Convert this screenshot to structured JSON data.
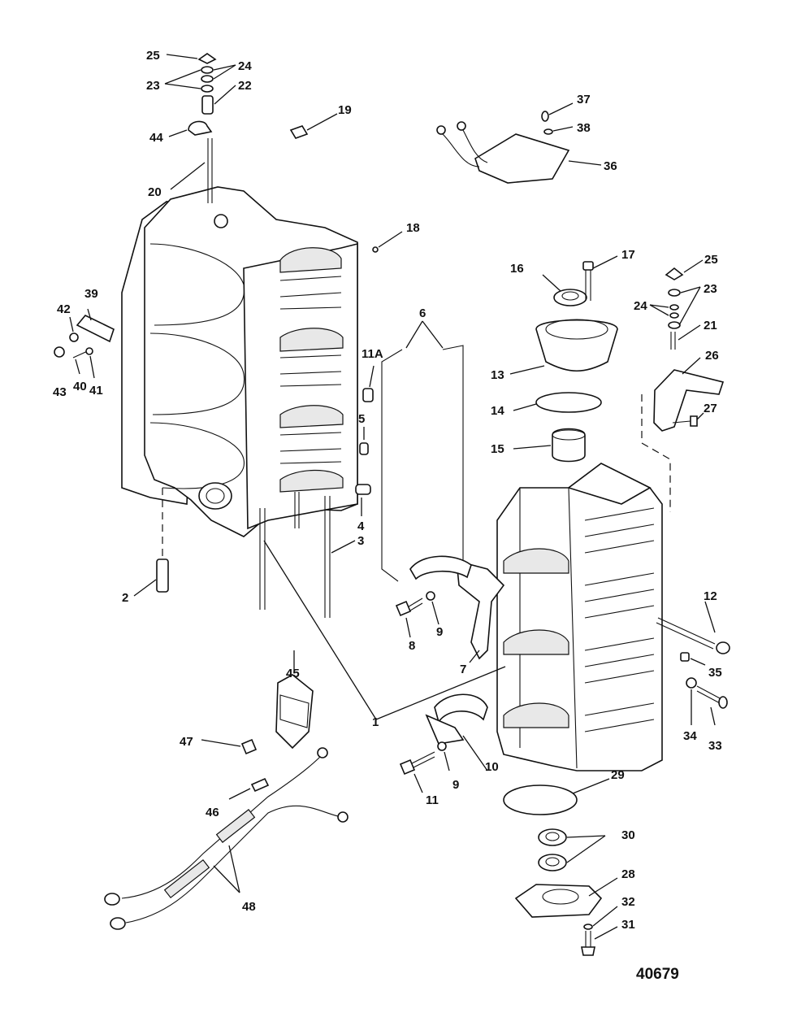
{
  "figure_number": "40679",
  "labels": [
    {
      "id": "l25a",
      "text": "25"
    },
    {
      "id": "l24a",
      "text": "24"
    },
    {
      "id": "l23a",
      "text": "23"
    },
    {
      "id": "l22",
      "text": "22"
    },
    {
      "id": "l44",
      "text": "44"
    },
    {
      "id": "l19",
      "text": "19"
    },
    {
      "id": "l20",
      "text": "20"
    },
    {
      "id": "l18",
      "text": "18"
    },
    {
      "id": "l39",
      "text": "39"
    },
    {
      "id": "l42",
      "text": "42"
    },
    {
      "id": "l43",
      "text": "43"
    },
    {
      "id": "l40",
      "text": "40"
    },
    {
      "id": "l41",
      "text": "41"
    },
    {
      "id": "l11A",
      "text": "11A"
    },
    {
      "id": "l5",
      "text": "5"
    },
    {
      "id": "l4",
      "text": "4"
    },
    {
      "id": "l3",
      "text": "3"
    },
    {
      "id": "l2",
      "text": "2"
    },
    {
      "id": "l6",
      "text": "6"
    },
    {
      "id": "l37",
      "text": "37"
    },
    {
      "id": "l38",
      "text": "38"
    },
    {
      "id": "l36",
      "text": "36"
    },
    {
      "id": "l16",
      "text": "16"
    },
    {
      "id": "l17",
      "text": "17"
    },
    {
      "id": "l13",
      "text": "13"
    },
    {
      "id": "l14",
      "text": "14"
    },
    {
      "id": "l15",
      "text": "15"
    },
    {
      "id": "l25b",
      "text": "25"
    },
    {
      "id": "l24b",
      "text": "24"
    },
    {
      "id": "l23b",
      "text": "23"
    },
    {
      "id": "l21",
      "text": "21"
    },
    {
      "id": "l26",
      "text": "26"
    },
    {
      "id": "l27",
      "text": "27"
    },
    {
      "id": "l12",
      "text": "12"
    },
    {
      "id": "l8",
      "text": "8"
    },
    {
      "id": "l9a",
      "text": "9"
    },
    {
      "id": "l7",
      "text": "7"
    },
    {
      "id": "l45",
      "text": "45"
    },
    {
      "id": "l47",
      "text": "47"
    },
    {
      "id": "l1",
      "text": "1"
    },
    {
      "id": "l35",
      "text": "35"
    },
    {
      "id": "l34",
      "text": "34"
    },
    {
      "id": "l33",
      "text": "33"
    },
    {
      "id": "l46",
      "text": "46"
    },
    {
      "id": "l11",
      "text": "11"
    },
    {
      "id": "l9b",
      "text": "9"
    },
    {
      "id": "l10",
      "text": "10"
    },
    {
      "id": "l29",
      "text": "29"
    },
    {
      "id": "l30",
      "text": "30"
    },
    {
      "id": "l48",
      "text": "48"
    },
    {
      "id": "l28",
      "text": "28"
    },
    {
      "id": "l32",
      "text": "32"
    },
    {
      "id": "l31",
      "text": "31"
    }
  ]
}
